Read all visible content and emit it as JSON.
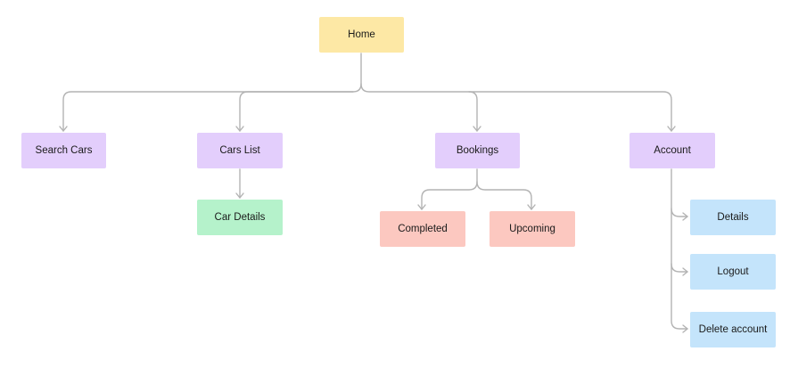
{
  "colors": {
    "root": "#fde8a5",
    "section": "#e3cefc",
    "detail": "#b5f2cb",
    "status": "#fcc8c0",
    "account_item": "#c4e4fb",
    "connector": "#b3b3b3"
  },
  "nodes": {
    "home": "Home",
    "search_cars": "Search Cars",
    "cars_list": "Cars List",
    "bookings": "Bookings",
    "account": "Account",
    "car_details": "Car Details",
    "completed": "Completed",
    "upcoming": "Upcoming",
    "details": "Details",
    "logout": "Logout",
    "delete_account": "Delete account"
  }
}
